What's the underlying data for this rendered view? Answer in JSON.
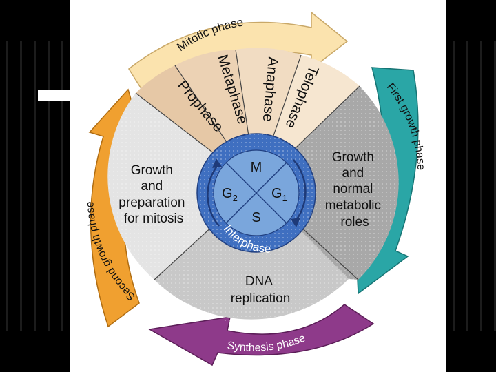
{
  "note_text": "",
  "diagram": {
    "mitotic_arrow_label": "Mitotic phase",
    "first_arrow_label": "First growth phase",
    "synthesis_arrow_label": "Synthesis phase",
    "second_arrow_label": "Second growth phase",
    "mitosis_stages": [
      "Prophase",
      "Metaphase",
      "Anaphase",
      "Telophase"
    ],
    "g1_region": [
      "Growth",
      "and",
      "normal",
      "metabolic",
      "roles"
    ],
    "s_region": [
      "DNA",
      "replication"
    ],
    "g2_region": [
      "Growth",
      "and",
      "preparation",
      "for mitosis"
    ],
    "hub": {
      "m": "M",
      "s": "S",
      "g2": "G",
      "g2_sub": "2",
      "g1": "G",
      "g1_sub": "1",
      "ring_label": "Interphase"
    }
  },
  "colors": {
    "mitotic_arrow": "#fbe3ae",
    "first_arrow": "#2aa6a6",
    "synthesis_arrow": "#8e3a8a",
    "second_arrow": "#f0a030",
    "stage_sector": "#ecd2b4",
    "g1_sector": "#a8a8a8",
    "s_sector": "#c8c8c8",
    "g2_sector": "#e4e4e4",
    "hub_outer": "#3f6fc0",
    "hub_inner": "#7aa6dc"
  }
}
